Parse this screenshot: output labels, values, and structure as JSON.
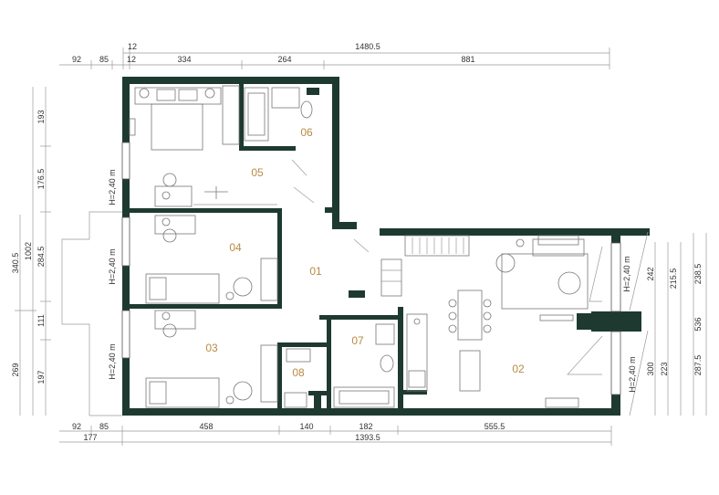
{
  "top_dims": {
    "overall_width": "1480.5",
    "wall_offset": "12",
    "segments": [
      "92",
      "85",
      "12",
      "334",
      "264",
      "881"
    ]
  },
  "bottom_dims": {
    "segments": [
      "92",
      "85",
      "458",
      "140",
      "182",
      "555.5"
    ],
    "left_total": "177",
    "overall_width": "1393.5"
  },
  "left_dims": {
    "overall_height": "1002",
    "segments_outer": [
      "340.5",
      "269"
    ],
    "segments_inner": [
      "193",
      "176.5",
      "284.5",
      "111",
      "197"
    ]
  },
  "right_dims": {
    "overall_height": "536",
    "segments": [
      "242",
      "215.5",
      "238.5",
      "300",
      "223",
      "287.5"
    ]
  },
  "rooms": {
    "r01": "01",
    "r02": "02",
    "r03": "03",
    "r04": "04",
    "r05": "05",
    "r06": "06",
    "r07": "07",
    "r08": "08"
  },
  "ceiling_label": "H=2,40 m",
  "colors": {
    "wall": "#1e3a30",
    "room_label": "#b98a45",
    "dimension_line": "#9a9a9a"
  }
}
